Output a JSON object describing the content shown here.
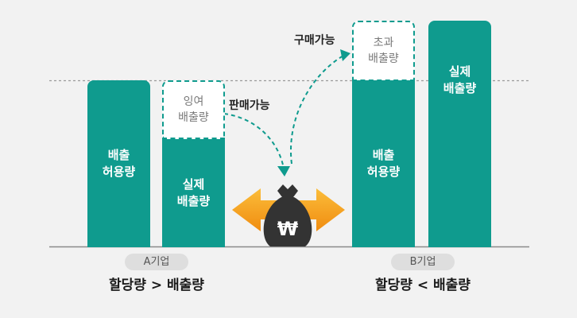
{
  "colors": {
    "teal": "#0f9b8e",
    "background": "#f2f2f2",
    "orange": "#f7a21b",
    "bag": "#333333"
  },
  "company_a": {
    "allowance_label": "배출\n허용량",
    "actual_label": "실제\n배출량",
    "surplus_label": "잉여\n배출량",
    "name": "A기업",
    "relation": "할당량 > 배출량"
  },
  "company_b": {
    "allowance_label": "배출\n허용량",
    "actual_label": "실제\n배출량",
    "excess_label": "초과\n배출량",
    "name": "B기업",
    "relation": "할당량 < 배출량"
  },
  "arrows": {
    "sell_label": "판매가능",
    "buy_label": "구매가능"
  },
  "market": {
    "icon": "money-bag-icon",
    "symbol": "₩"
  }
}
